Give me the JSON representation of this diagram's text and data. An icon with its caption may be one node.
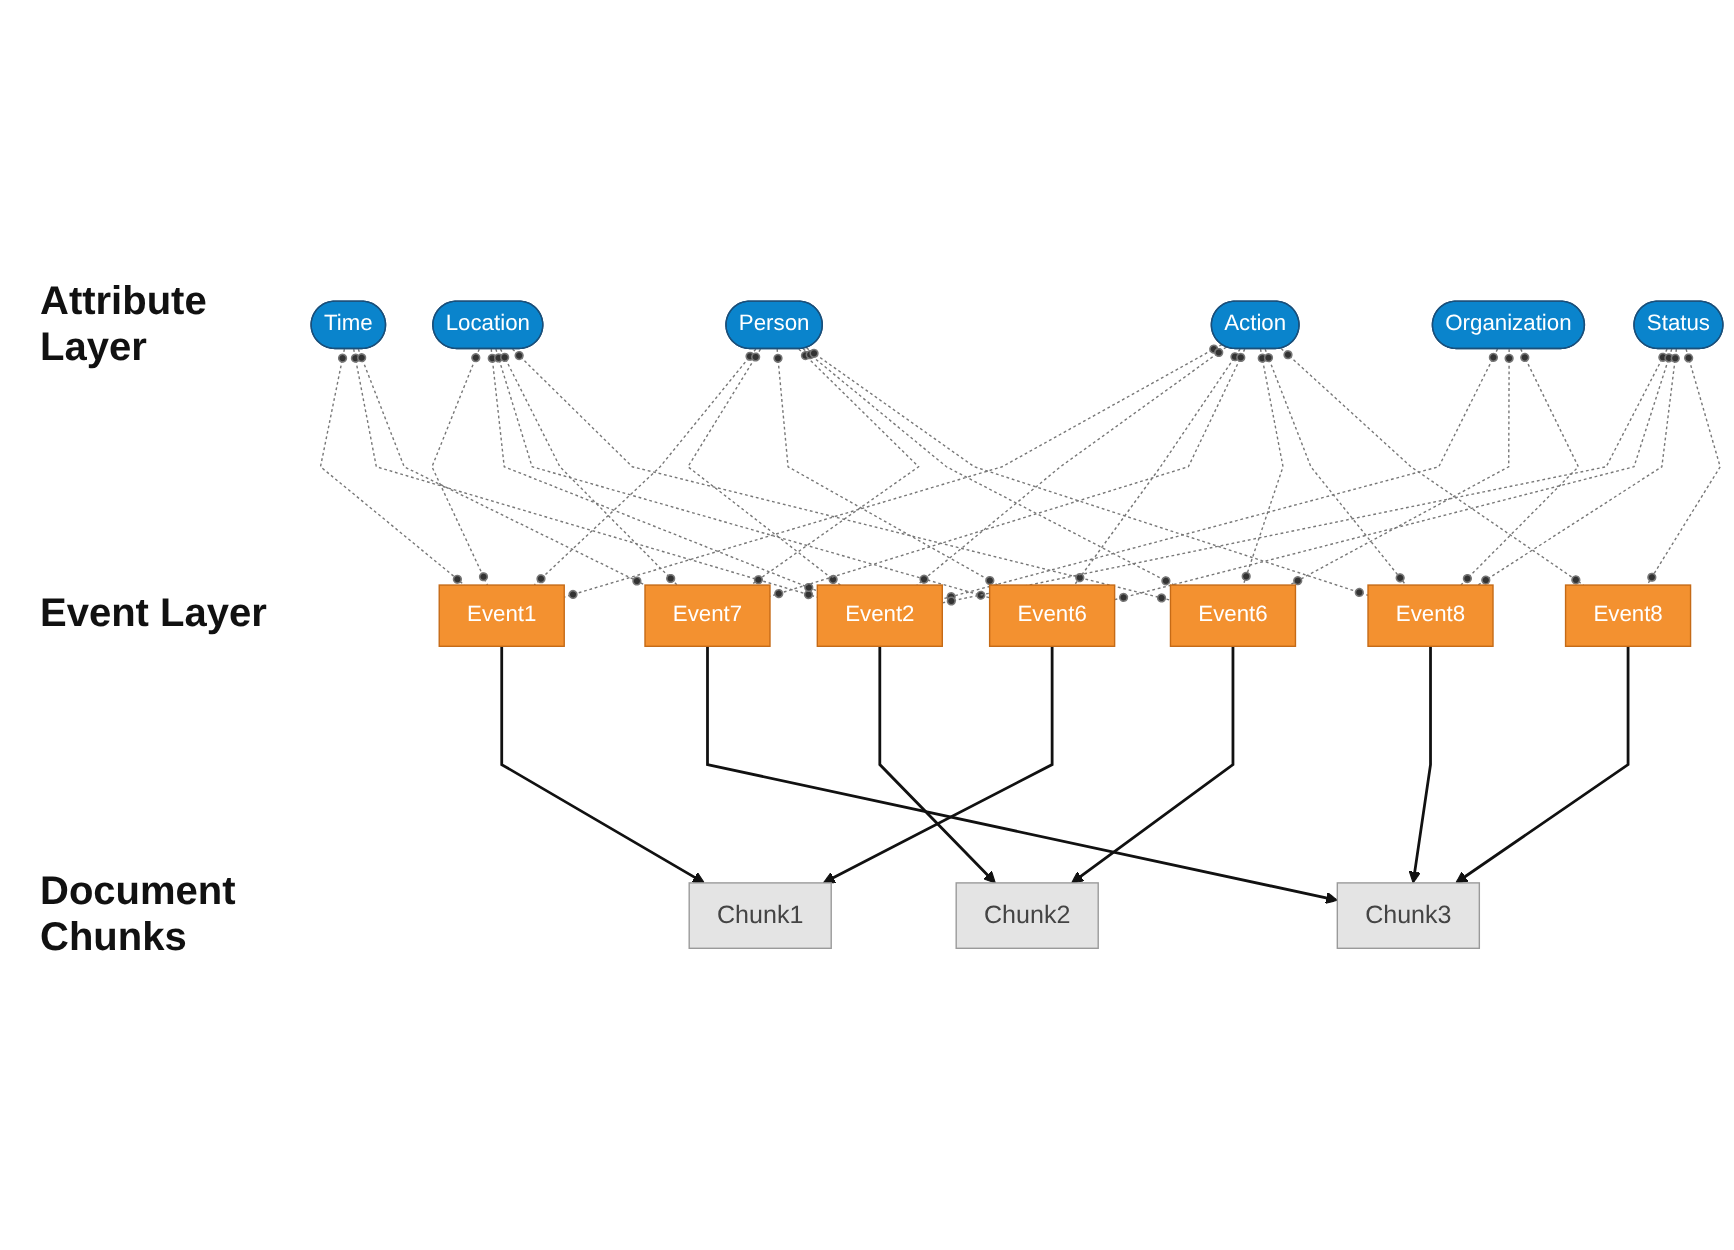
{
  "diagram": {
    "nodes": [
      {
        "text": [
          "Time"
        ]
      },
      {
        "text": [
          "Location"
        ]
      },
      {
        "text": [
          "Person"
        ]
      },
      {
        "text": [
          "Action"
        ]
      },
      {
        "text": [
          "Organization"
        ]
      },
      {
        "text": [
          "Status"
        ]
      },
      {
        "text": [
          "Event1"
        ]
      },
      {
        "text": [
          "Event2"
        ]
      },
      {
        "text": [
          "Event6"
        ]
      },
      {
        "text": [
          "Event7"
        ]
      },
      {
        "text": [
          "Event6"
        ]
      },
      {
        "text": [
          "Event8"
        ]
      },
      {
        "text": [
          "Event8"
        ]
      },
      {
        "text": [
          "Chunk1"
        ]
      },
      {
        "text": [
          "Chunk2"
        ]
      },
      {
        "text": [
          "Chunk3"
        ]
      }
    ],
    "edges": [
      {
        "from": 0,
        "to": 6,
        "arrow": "other",
        "style": "dashed"
      },
      {
        "from": 0,
        "to": 7,
        "arrow": "other",
        "style": "dashed"
      },
      {
        "from": 0,
        "to": 9,
        "arrow": "other",
        "style": "dashed"
      },
      {
        "from": 1,
        "to": 6,
        "arrow": "other",
        "style": "dashed"
      },
      {
        "from": 1,
        "to": 7,
        "arrow": "other",
        "style": "dashed"
      },
      {
        "from": 1,
        "to": 8,
        "arrow": "other",
        "style": "dashed"
      },
      {
        "from": 1,
        "to": 9,
        "arrow": "other",
        "style": "dashed"
      },
      {
        "from": 1,
        "to": 10,
        "arrow": "other",
        "style": "dashed"
      },
      {
        "from": 2,
        "to": 6,
        "arrow": "other",
        "style": "dashed"
      },
      {
        "from": 2,
        "to": 7,
        "arrow": "other",
        "style": "dashed"
      },
      {
        "from": 2,
        "to": 8,
        "arrow": "other",
        "style": "dashed"
      },
      {
        "from": 2,
        "to": 9,
        "arrow": "other",
        "style": "dashed"
      },
      {
        "from": 2,
        "to": 10,
        "arrow": "other",
        "style": "dashed"
      },
      {
        "from": 2,
        "to": 11,
        "arrow": "other",
        "style": "dashed"
      },
      {
        "from": 3,
        "to": 6,
        "arrow": "other",
        "style": "dashed"
      },
      {
        "from": 3,
        "to": 7,
        "arrow": "other",
        "style": "dashed"
      },
      {
        "from": 3,
        "to": 8,
        "arrow": "other",
        "style": "dashed"
      },
      {
        "from": 3,
        "to": 9,
        "arrow": "other",
        "style": "dashed"
      },
      {
        "from": 3,
        "to": 10,
        "arrow": "other",
        "style": "dashed"
      },
      {
        "from": 3,
        "to": 11,
        "arrow": "other",
        "style": "dashed"
      },
      {
        "from": 3,
        "to": 12,
        "arrow": "other",
        "style": "dashed"
      },
      {
        "from": 4,
        "to": 7,
        "arrow": "other",
        "style": "dashed"
      },
      {
        "from": 4,
        "to": 10,
        "arrow": "other",
        "style": "dashed"
      },
      {
        "from": 4,
        "to": 11,
        "arrow": "other",
        "style": "dashed"
      },
      {
        "from": 5,
        "to": 7,
        "arrow": "other",
        "style": "dashed"
      },
      {
        "from": 5,
        "to": 8,
        "arrow": "other",
        "style": "dashed"
      },
      {
        "from": 5,
        "to": 11,
        "arrow": "other",
        "style": "dashed"
      },
      {
        "from": 5,
        "to": 12,
        "arrow": "other",
        "style": "dashed"
      },
      {
        "from": 6,
        "to": 13,
        "arrow": "to",
        "color": "#111111"
      },
      {
        "from": 7,
        "to": 14,
        "arrow": "to",
        "color": "#111111"
      },
      {
        "from": 8,
        "to": 13,
        "arrow": "to",
        "color": "#111111"
      },
      {
        "from": 9,
        "to": 15,
        "arrow": "to",
        "color": "#111111"
      },
      {
        "from": 10,
        "to": 14,
        "arrow": "to",
        "color": "#111111"
      },
      {
        "from": 11,
        "to": 15,
        "arrow": "to",
        "color": "#111111"
      },
      {
        "from": 12,
        "to": 15,
        "arrow": "to",
        "color": "#111111"
      }
    ],
    "labels": [
      "Attribute Layer",
      "Event Layer",
      "Document Chunks"
    ]
  }
}
